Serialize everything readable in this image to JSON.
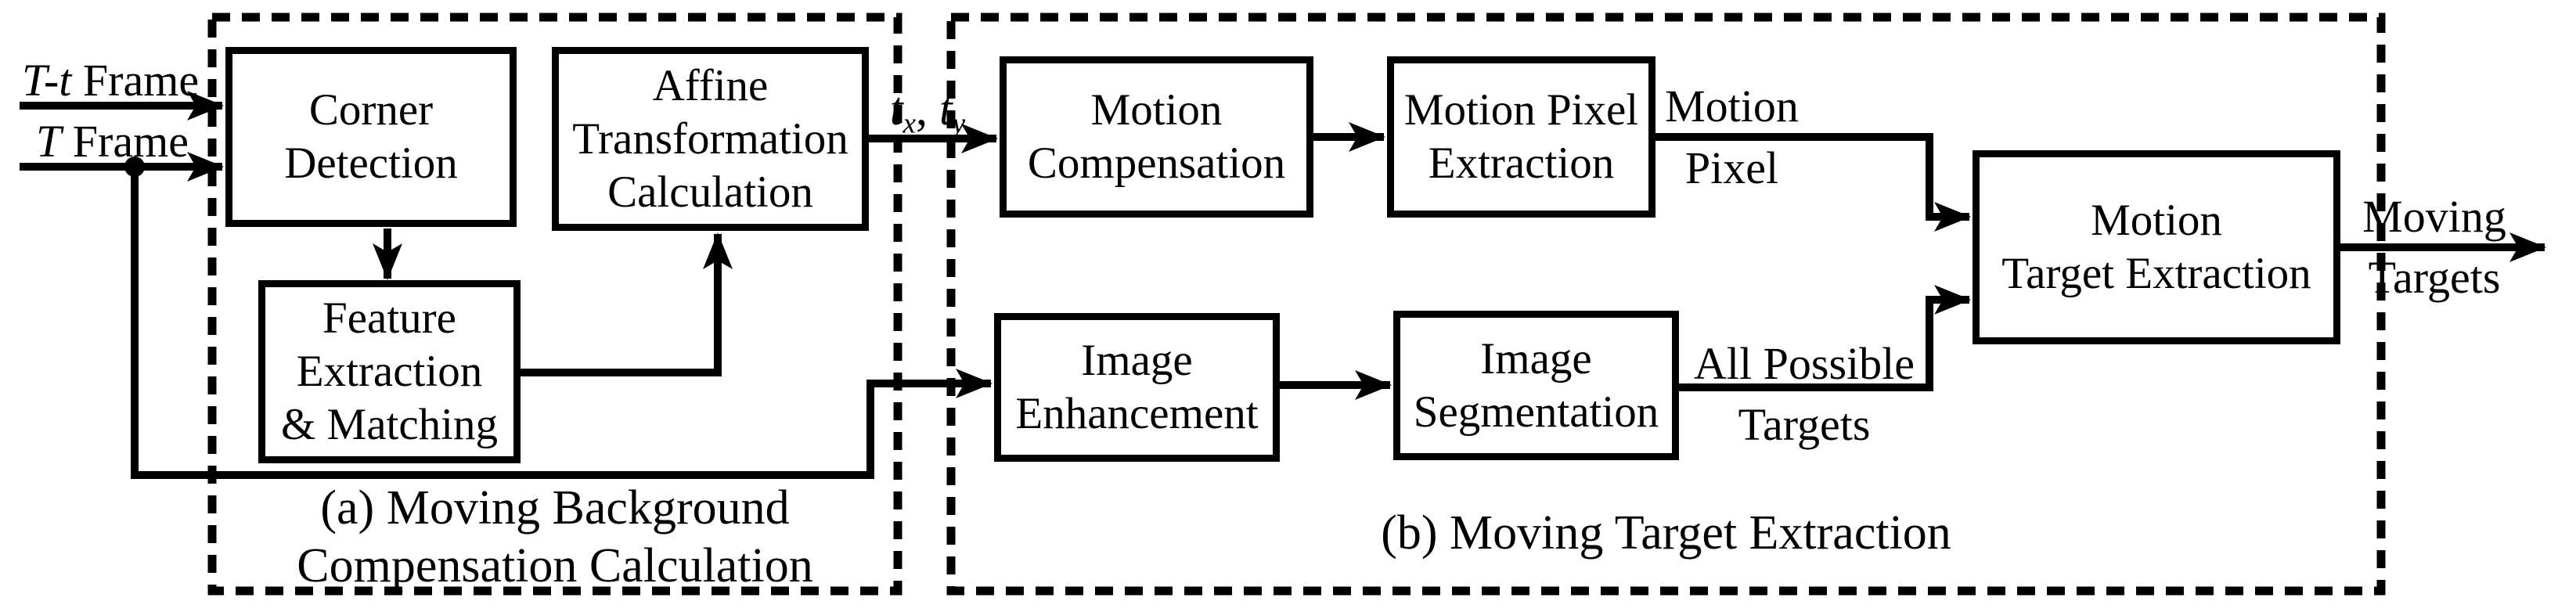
{
  "colors": {
    "ink": "#000000",
    "background": "#ffffff"
  },
  "inputs": {
    "t_minus_t_frame": {
      "italic": "T-t",
      "rest": " Frame"
    },
    "t_frame": {
      "italic": "T",
      "rest": " Frame"
    }
  },
  "boxes": {
    "corner_detection": {
      "line1": "Corner",
      "line2": "Detection"
    },
    "affine_transform": {
      "line1": "Affine",
      "line2": "Transformation",
      "line3": "Calculation"
    },
    "feature_matching": {
      "line1": "Feature",
      "line2": "Extraction",
      "line3": "& Matching"
    },
    "motion_compensation": {
      "line1": "Motion",
      "line2": "Compensation"
    },
    "motion_pixel_extraction": {
      "line1": "Motion Pixel",
      "line2": "Extraction"
    },
    "image_enhancement": {
      "line1": "Image",
      "line2": "Enhancement"
    },
    "image_segmentation": {
      "line1": "Image",
      "line2": "Segmentation"
    },
    "motion_target_extraction": {
      "line1": "Motion",
      "line2": "Target Extraction"
    }
  },
  "labels": {
    "tx_ty": {
      "t1": "t",
      "s1": "x",
      "comma": ", ",
      "t2": "t",
      "s2": "y"
    },
    "motion_pixel": {
      "line1": "Motion",
      "line2": "Pixel"
    },
    "all_possible_targets": {
      "line1": "All Possible",
      "line2": "Targets"
    },
    "moving_targets": {
      "line1": "Moving",
      "line2": "Targets"
    }
  },
  "captions": {
    "a_line1": "(a) Moving Background",
    "a_line2": "Compensation Calculation",
    "b": "(b) Moving Target Extraction"
  }
}
